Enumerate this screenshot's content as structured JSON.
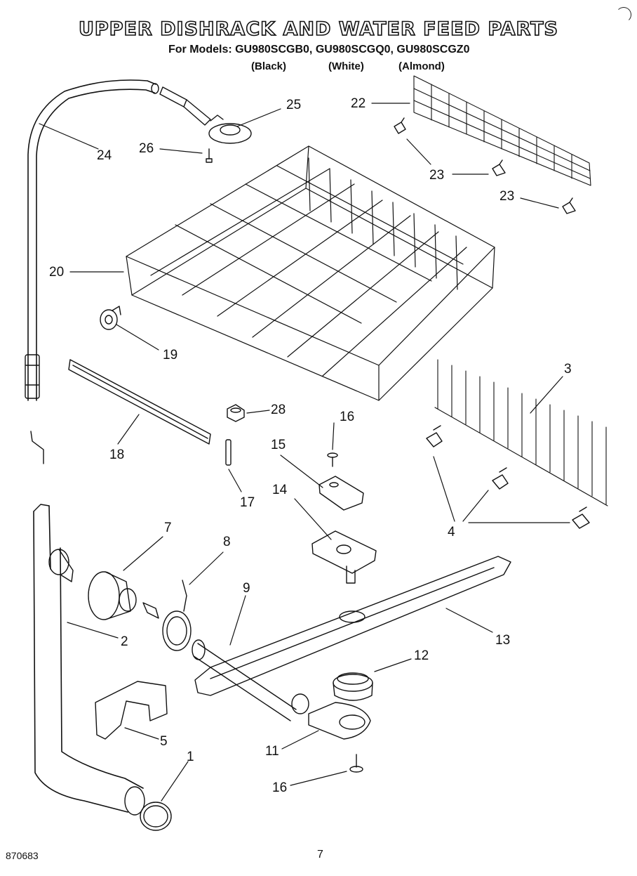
{
  "header": {
    "title": "UPPER DISHRACK AND WATER FEED PARTS",
    "models_line": "For Models: GU980SCGB0, GU980SCGQ0, GU980SCGZ0",
    "variants": [
      "(Black)",
      "(White)",
      "(Almond)"
    ]
  },
  "callouts": [
    {
      "label": "25"
    },
    {
      "label": "24"
    },
    {
      "label": "26"
    },
    {
      "label": "22"
    },
    {
      "label": "23"
    },
    {
      "label": "23"
    },
    {
      "label": "20"
    },
    {
      "label": "19"
    },
    {
      "label": "3"
    },
    {
      "label": "28"
    },
    {
      "label": "16"
    },
    {
      "label": "18"
    },
    {
      "label": "15"
    },
    {
      "label": "17"
    },
    {
      "label": "14"
    },
    {
      "label": "4"
    },
    {
      "label": "7"
    },
    {
      "label": "8"
    },
    {
      "label": "9"
    },
    {
      "label": "13"
    },
    {
      "label": "2"
    },
    {
      "label": "12"
    },
    {
      "label": "5"
    },
    {
      "label": "11"
    },
    {
      "label": "1"
    },
    {
      "label": "16"
    }
  ],
  "footer": {
    "code": "870683",
    "page": "7"
  }
}
